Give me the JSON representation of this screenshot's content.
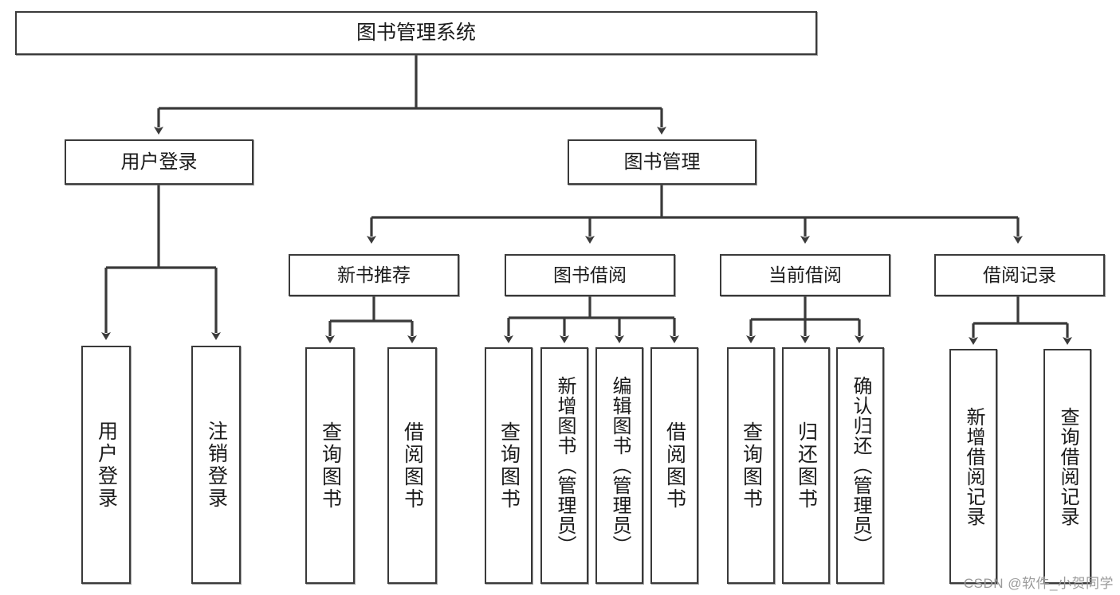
{
  "diagram": {
    "title_node": {
      "text": "图书管理系统"
    },
    "level1": [
      {
        "id": "user-login",
        "text": "用户登录"
      },
      {
        "id": "book-management",
        "text": "图书管理"
      }
    ],
    "level2": [
      {
        "id": "new-book-recommend",
        "text": "新书推荐"
      },
      {
        "id": "book-borrow",
        "text": "图书借阅"
      },
      {
        "id": "current-borrow",
        "text": "当前借阅"
      },
      {
        "id": "borrow-record",
        "text": "借阅记录"
      }
    ],
    "leaves": [
      {
        "id": "leaf-user-login",
        "text": "用户登录",
        "parent": "用户登录"
      },
      {
        "id": "leaf-logout",
        "text": "注销登录",
        "parent": "用户登录"
      },
      {
        "id": "leaf-query-book-1",
        "text": "查询图书",
        "parent": "新书推荐"
      },
      {
        "id": "leaf-borrow-book-1",
        "text": "借阅图书",
        "parent": "新书推荐"
      },
      {
        "id": "leaf-query-book-2",
        "text": "查询图书",
        "parent": "图书借阅"
      },
      {
        "id": "leaf-add-book",
        "text": "新增图书（管理员）",
        "parent": "图书借阅"
      },
      {
        "id": "leaf-edit-book",
        "text": "编辑图书（管理员）",
        "parent": "图书借阅"
      },
      {
        "id": "leaf-borrow-book-2",
        "text": "借阅图书",
        "parent": "图书借阅"
      },
      {
        "id": "leaf-query-book-3",
        "text": "查询图书",
        "parent": "当前借阅"
      },
      {
        "id": "leaf-return-book",
        "text": "归还图书",
        "parent": "当前借阅"
      },
      {
        "id": "leaf-confirm-return",
        "text": "确认归还（管理员）",
        "parent": "当前借阅"
      },
      {
        "id": "leaf-add-record",
        "text": "新增借阅记录",
        "parent": "借阅记录"
      },
      {
        "id": "leaf-query-record",
        "text": "查询借阅记录",
        "parent": "借阅记录"
      }
    ],
    "colors": {
      "stroke": "#3a3a3a",
      "background": "#ffffff",
      "text": "#1b1b1b",
      "watermark": "#9a9a9a"
    }
  },
  "watermark": {
    "text": "CSDN @软件_小贺同学"
  }
}
